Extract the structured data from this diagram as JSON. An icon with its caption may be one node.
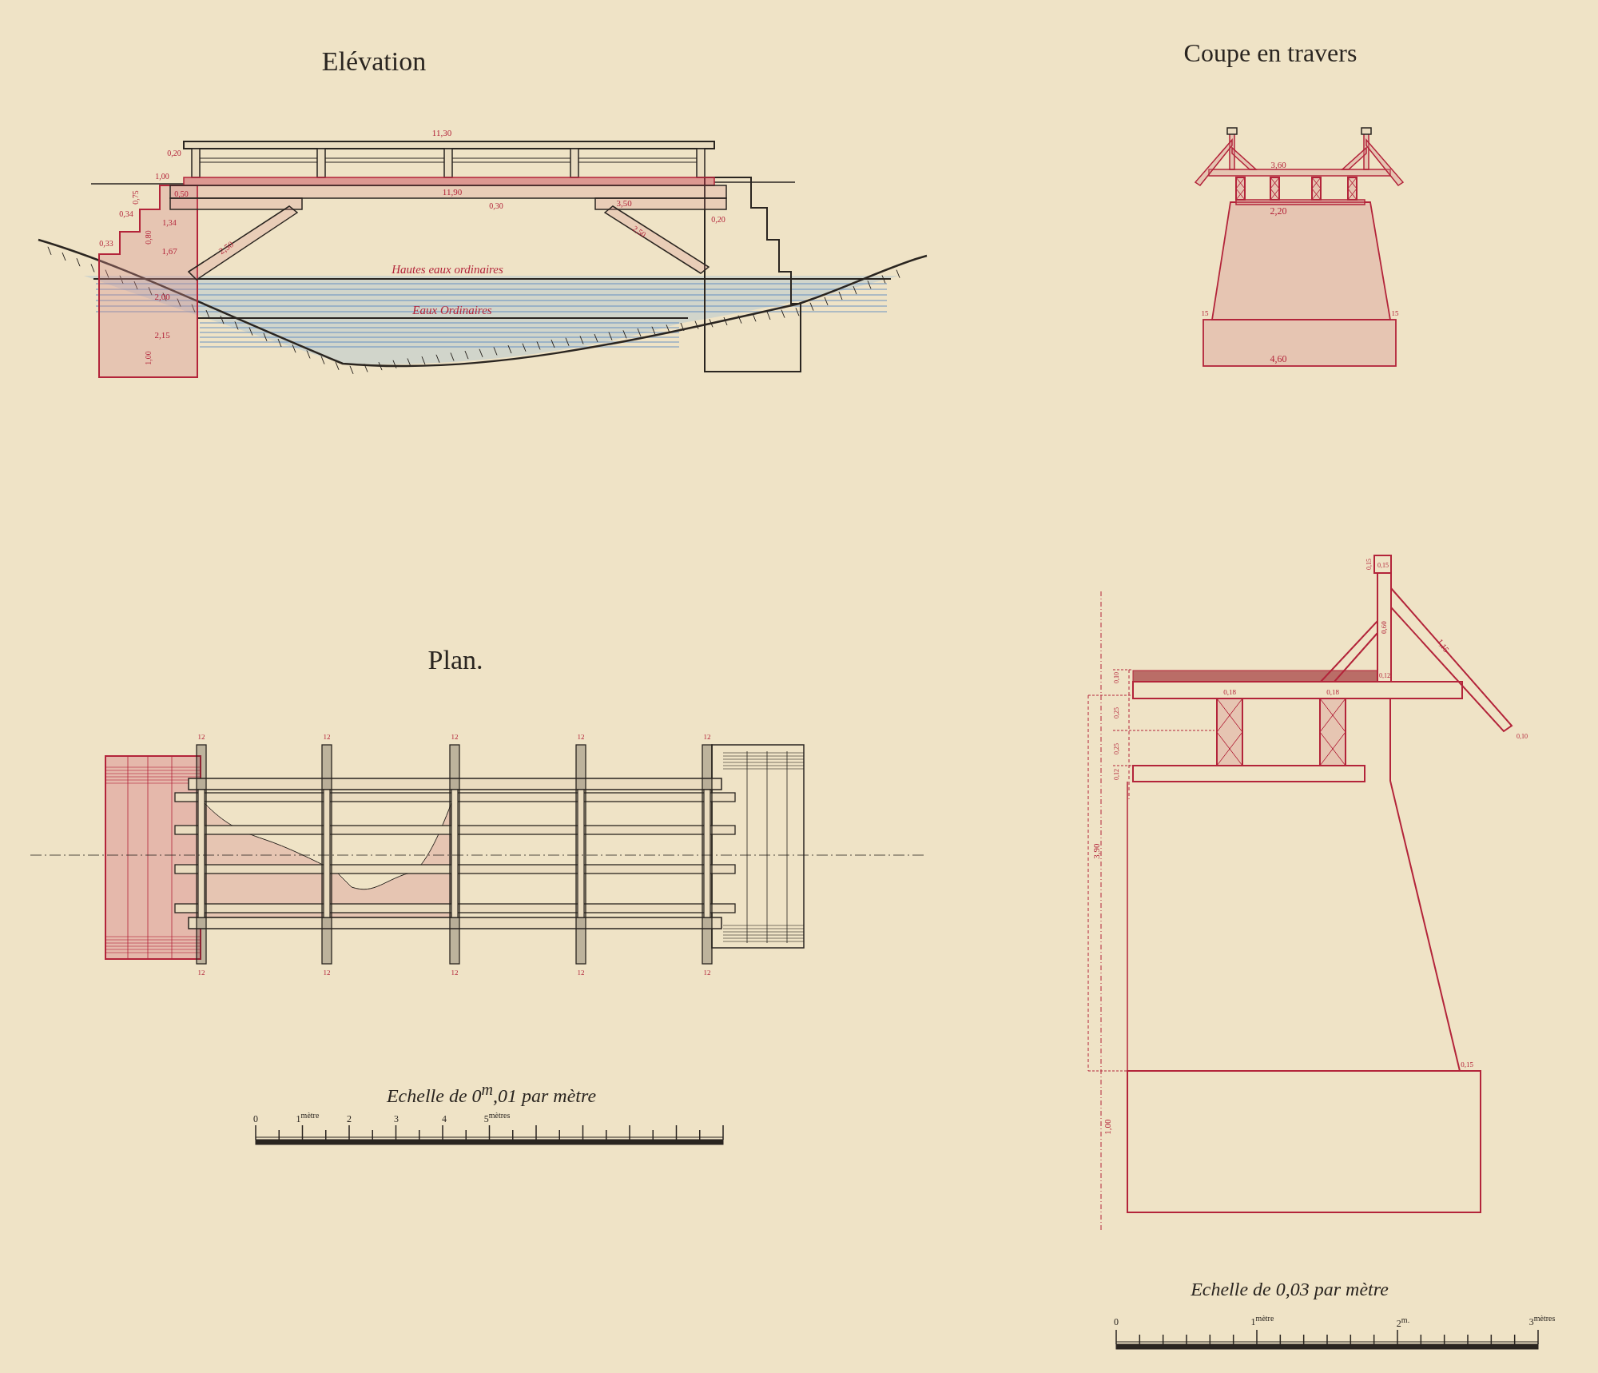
{
  "diagram": {
    "labels": [
      "Elévation",
      "Coupe en travers",
      "11,30",
      "0,20",
      "1,00",
      "0,50",
      "11,90",
      "0,30",
      "0,75",
      "0,34",
      "1,34",
      "0,80",
      "0,33",
      "1,67",
      "2,50",
      "3,50",
      "0,20",
      "2,50",
      "Hautes eaux ordinaires",
      "2,00",
      "Eaux Ordinaires",
      "2,15",
      "1,00",
      "3,60",
      "2,20",
      "15",
      "15",
      "4,60",
      "0,15",
      "0,15",
      "0,60",
      "1,15",
      "0,12",
      "0,10",
      "0,18",
      "0,18",
      "0,25",
      "0,25",
      "0,12",
      "0,10",
      "3,90",
      "0,15",
      "1,00",
      "Plan.",
      "12",
      "12",
      "12",
      "12",
      "12",
      "12",
      "12",
      "12",
      "12",
      "12",
      "Echelle de 0$^{m}$,01 par mètre",
      "0",
      "1$^{mètre}$",
      "2",
      "3",
      "4",
      "5$^{mètres}$",
      "Echelle de 0,03 par mètre",
      "0",
      "1$^{mètre}$",
      "2$^{m.}$",
      "3$^{mètres}$"
    ]
  }
}
